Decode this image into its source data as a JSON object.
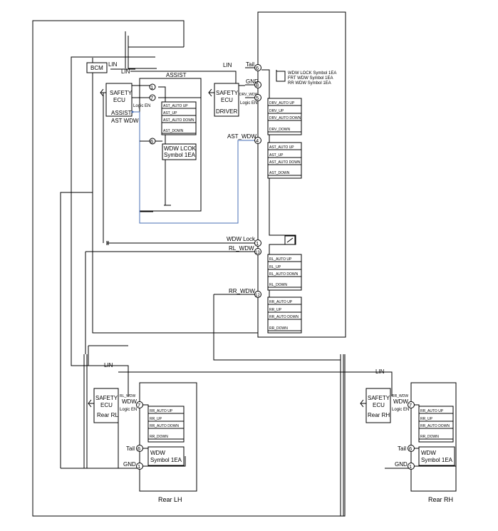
{
  "labels": {
    "bcm": "BCM",
    "lin": "LIN",
    "assist": "ASSIST",
    "safety": "SAFETY",
    "ecu": "ECU",
    "assist_port": "ASSIST",
    "ast_wdw_unit": "AST WDW",
    "logic_en": "Logic EN",
    "driver": "DRIVER",
    "drv_wdw": "DRV_WDW",
    "tail": "Tail",
    "gnd": "GND",
    "ast_wdw": "AST_WDW",
    "wdw_lock": "WDW Lock",
    "rl_wdw": "RL_WDW",
    "rr_wdw": "RR_WDW",
    "wdw": "WDW",
    "rl_wdw_small": "RL_WDW",
    "rr_wdw_small": "RR_WDW",
    "rear_rl": "Rear RL",
    "rear_rh_unit": "Rear RH",
    "rear_lh": "Rear LH",
    "rear_rh": "Rear RH",
    "symbols": [
      "WDW LOCK Symbol 1EA",
      "FRT WDW Symbol 1EA",
      "RR WDW Symbol 1EA"
    ],
    "wdw_lcok_1": "WDW LCOK",
    "wdw_lcok_2": "Symbol 1EA",
    "wdw_sym_1": "WDW",
    "wdw_sym_2": "Symbol 1EA"
  },
  "pins": {
    "p1": "1",
    "p4": "4",
    "p5": "5",
    "p6": "6",
    "p7": "7",
    "p8": "8",
    "p12": "12",
    "p13": "13"
  },
  "switch_groups": {
    "assist": [
      "AST_AUTO UP",
      "AST_UP",
      "AST_AUTO DOWN",
      "AST_DOWN"
    ],
    "drv": [
      "DRV_AUTO UP",
      "DRV_UP",
      "DRV_AUTO DOWN",
      "DRV_DOWN"
    ],
    "ast": [
      "AST_AUTO UP",
      "AST_UP",
      "AST_AUTO DOWN",
      "AST_DOWN"
    ],
    "rl": [
      "RL_AUTO UP",
      "RL_UP",
      "RL_AUTO DOWN",
      "RL_DOWN"
    ],
    "rr": [
      "RR_AUTO UP",
      "RR_UP",
      "RR_AUTO DOWN",
      "RR_DOWN"
    ],
    "rearlh": [
      "RR_AUTO UP",
      "RR_UP",
      "RR_AUTO DOWN",
      "RR_DOWN"
    ],
    "rearrh": [
      "RR_AUTO UP",
      "RR_UP",
      "RR_AUTO DOWN",
      "RR_DOWN"
    ]
  }
}
